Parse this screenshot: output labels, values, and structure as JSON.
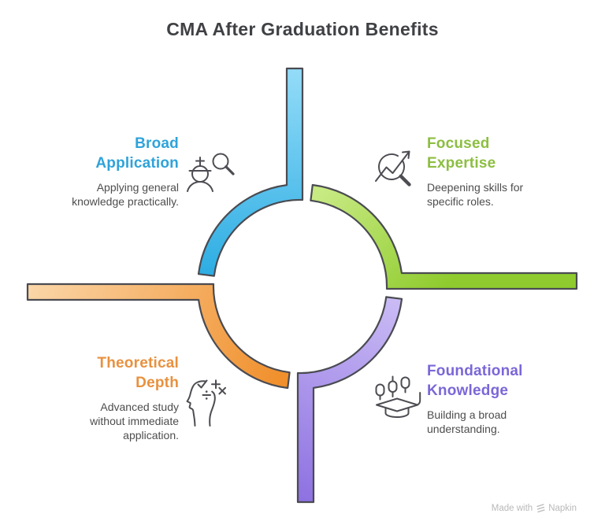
{
  "title": "CMA After Graduation Benefits",
  "quadrants": {
    "top_left": {
      "heading": [
        "Broad",
        "Application"
      ],
      "description": [
        "Applying general",
        "knowledge practically."
      ],
      "accent_color": "#2FA3D9",
      "icon": "person-search-icon"
    },
    "top_right": {
      "heading": [
        "Focused",
        "Expertise"
      ],
      "description": [
        "Deepening skills for",
        "specific roles."
      ],
      "accent_color": "#8CBE41",
      "icon": "trend-magnifier-icon"
    },
    "bottom_left": {
      "heading": [
        "Theoretical",
        "Depth"
      ],
      "description": [
        "Advanced study",
        "without immediate",
        "application."
      ],
      "accent_color": "#E8913F",
      "icon": "head-math-icon"
    },
    "bottom_right": {
      "heading": [
        "Foundational",
        "Knowledge"
      ],
      "description": [
        "Building a broad",
        "understanding."
      ],
      "accent_color": "#7B67D7",
      "icon": "pins-gradcap-icon"
    }
  },
  "diagram": {
    "outline_color": "#4A4B52",
    "segments": {
      "top_left": {
        "label": "broad-application-segment",
        "gradient": [
          "#94DCF8",
          "#29ABE2"
        ]
      },
      "top_right": {
        "label": "focused-expertise-segment",
        "gradient": [
          "#C8EA83",
          "#8FCB2E"
        ]
      },
      "bottom_left": {
        "label": "theoretical-depth-segment",
        "gradient": [
          "#FBD6A8",
          "#F08F2B"
        ]
      },
      "bottom_right": {
        "label": "foundational-knowledge-segment",
        "gradient": [
          "#CBBCF5",
          "#8D71E1"
        ]
      }
    }
  },
  "watermark": {
    "prefix": "Made with",
    "brand": "Napkin"
  }
}
